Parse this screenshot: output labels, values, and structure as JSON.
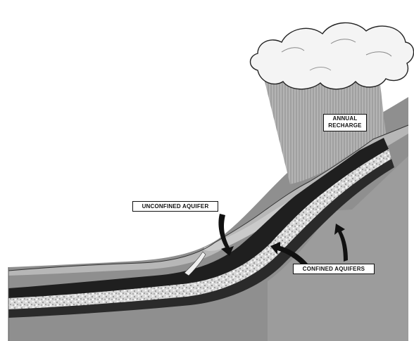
{
  "labels": {
    "recharge_line1": "ANNUAL",
    "recharge_line2": "RECHARGE",
    "unconfined": "UNCONFINED AQUIFER",
    "confined": "CONFINED AQUIFERS"
  },
  "colors": {
    "sky": "#ffffff",
    "cloud": "#f2f2f2",
    "rain": "#a8a8a8",
    "bedrock": "#8f8f8f",
    "topsoil": "#bcbcbc",
    "unconfined_layer": "#c9c9c9",
    "confining_layer": "#1f1f1f",
    "confined_layer": "#d9d9d9",
    "lower_ground": "#9a9a9a"
  }
}
